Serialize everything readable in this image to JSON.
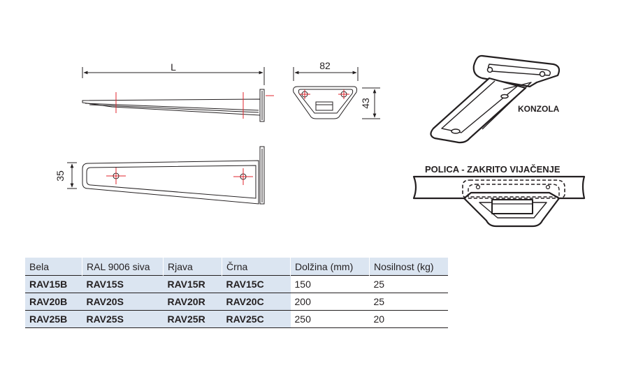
{
  "dimensions": {
    "length_label": "L",
    "width_label": "82",
    "height_label": "43",
    "depth_label": "35"
  },
  "labels": {
    "bracket": "KONZOLA",
    "shelf": "POLICA - ZAKRITO VIJAČENJE"
  },
  "table": {
    "headers": [
      "Bela",
      "RAL 9006 siva",
      "Rjava",
      "Črna",
      "Dolžina (mm)",
      "Nosilnost (kg)"
    ],
    "rows": [
      [
        "RAV15B",
        "RAV15S",
        "RAV15R",
        "RAV15C",
        "150",
        "25"
      ],
      [
        "RAV20B",
        "RAV20S",
        "RAV20R",
        "RAV20C",
        "200",
        "25"
      ],
      [
        "RAV25B",
        "RAV25S",
        "RAV25R",
        "RAV25C",
        "250",
        "20"
      ]
    ]
  }
}
